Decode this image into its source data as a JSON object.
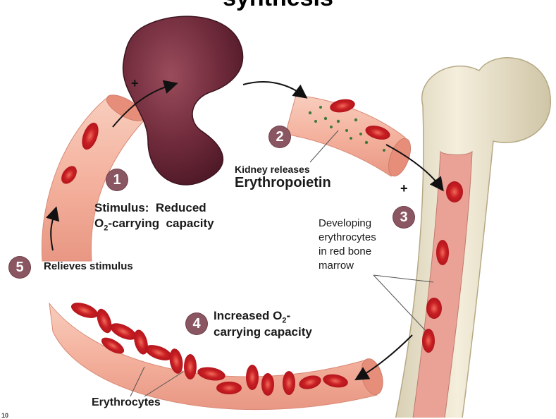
{
  "title": "synthesis",
  "steps": [
    {
      "num": "1",
      "text_line1": "Stimulus:  Reduced",
      "text_line2_prefix": "O",
      "text_line2_sub": "2",
      "text_line2_suffix": "-carrying  capacity"
    },
    {
      "num": "2",
      "text_line1": "Kidney releases",
      "text_line2": "Erythropoietin"
    },
    {
      "num": "3",
      "lines": [
        "Developing",
        "erythrocytes",
        "in red bone",
        "marrow"
      ]
    },
    {
      "num": "4",
      "text_line1_prefix": "Increased O",
      "text_line1_sub": "2",
      "text_line1_suffix": "-",
      "text_line2": "carrying capacity"
    },
    {
      "num": "5",
      "text": "Relieves stimulus"
    }
  ],
  "labels": {
    "erythrocytes": "Erythrocytes",
    "plus": "+",
    "page_number": "10"
  },
  "colors": {
    "kidney": "#6e2a3a",
    "vessel": "#f3b9a6",
    "rbc": "#d42a2a",
    "bone": "#efe6cf",
    "marrow": "#e9a295",
    "badge": "#8a5662"
  }
}
